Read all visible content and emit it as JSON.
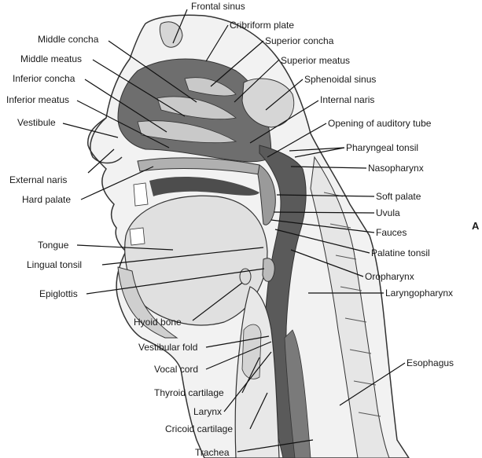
{
  "figure_letter": "A",
  "labels": {
    "frontal_sinus": "Frontal sinus",
    "cribriform_plate": "Cribriform plate",
    "middle_concha": "Middle concha",
    "superior_concha": "Superior concha",
    "middle_meatus": "Middle meatus",
    "superior_meatus": "Superior meatus",
    "inferior_concha": "Inferior concha",
    "sphenoidal_sinus": "Sphenoidal sinus",
    "inferior_meatus": "Inferior meatus",
    "internal_naris": "Internal naris",
    "vestibule": "Vestibule",
    "opening_auditory_tube": "Opening of auditory tube",
    "pharyngeal_tonsil": "Pharyngeal tonsil",
    "external_naris": "External naris",
    "nasopharynx": "Nasopharynx",
    "hard_palate": "Hard palate",
    "soft_palate": "Soft palate",
    "uvula": "Uvula",
    "fauces": "Fauces",
    "tongue": "Tongue",
    "palatine_tonsil": "Palatine tonsil",
    "lingual_tonsil": "Lingual tonsil",
    "oropharynx": "Oropharynx",
    "epiglottis": "Epiglottis",
    "hyoid_bone": "Hyoid bone",
    "laryngopharynx": "Laryngopharynx",
    "vestibular_fold": "Vestibular fold",
    "vocal_cord": "Vocal cord",
    "esophagus": "Esophagus",
    "thyroid_cartilage": "Thyroid cartilage",
    "larynx": "Larynx",
    "cricoid_cartilage": "Cricoid cartilage",
    "trachea": "Trachea"
  }
}
